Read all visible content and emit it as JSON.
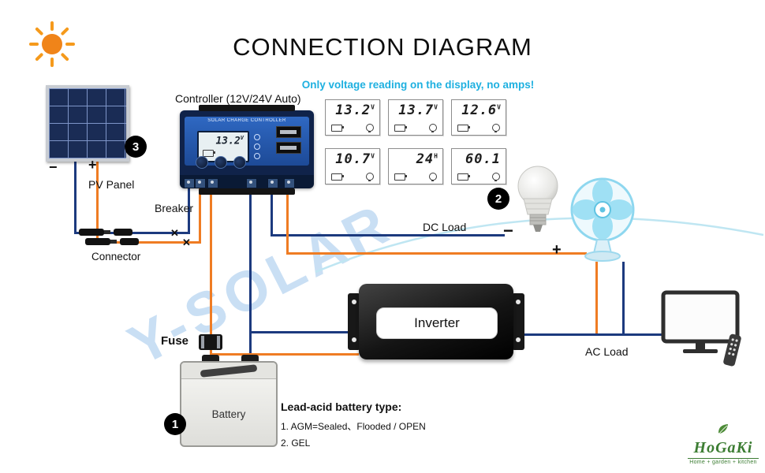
{
  "title": "CONNECTION DIAGRAM",
  "subtitle": "Only voltage reading on the display, no amps!",
  "controller": {
    "label": "Controller (12V/24V Auto)",
    "panel_title": "SOLAR CHARGE CONTROLLER",
    "lcd_value": "13.2",
    "lcd_unit": "V"
  },
  "displays": [
    {
      "value": "13.2",
      "unit": "V"
    },
    {
      "value": "13.7",
      "unit": "V"
    },
    {
      "value": "12.6",
      "unit": "V"
    },
    {
      "value": "10.7",
      "unit": "V"
    },
    {
      "value": "24",
      "unit": "H"
    },
    {
      "value": "60.1",
      "unit": ""
    }
  ],
  "labels": {
    "pv_panel": "PV Panel",
    "breaker": "Breaker",
    "connector": "Connector",
    "dc_load": "DC Load",
    "fuse": "Fuse",
    "battery": "Battery",
    "inverter": "Inverter",
    "ac_load": "AC Load",
    "pv_minus": "−",
    "pv_plus": "+",
    "dc_minus": "−",
    "dc_plus": "+"
  },
  "marks": {
    "breaker": "✕"
  },
  "badges": {
    "battery": "1",
    "dc_load": "2",
    "pv_panel": "3"
  },
  "battery_note": {
    "title": "Lead-acid battery type:",
    "line1": "1. AGM=Sealed、Flooded / OPEN",
    "line2": "2. GEL"
  },
  "watermark": "Y-SOLAR",
  "logo": {
    "name": "HoGaKi",
    "tagline": "Home + garden + kitchen"
  },
  "colors": {
    "wire_positive": "#ef7c23",
    "wire_negative": "#1c3a7e",
    "accent_cyan": "#1eb0e0"
  }
}
